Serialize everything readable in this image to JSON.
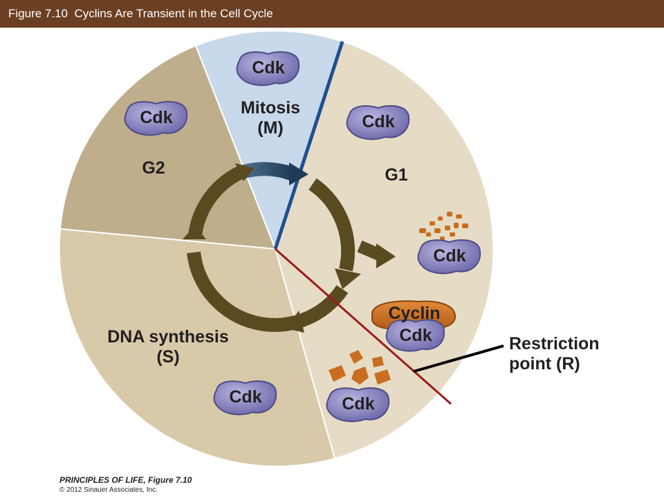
{
  "header": {
    "title": "Figure 7.10  Cyclins Are Transient in the Cell Cycle"
  },
  "phases": {
    "mitosis": "Mitosis\n(M)",
    "g1": "G1",
    "g2": "G2",
    "s": "DNA synthesis\n(S)"
  },
  "kinase_label": "Cdk",
  "cyclin_label": "Cyclin",
  "restriction_point": "Restriction\npoint (R)",
  "footer": {
    "book": "PRINCIPLES OF LIFE, Figure 7.10",
    "copyright": "© 2012 Sinauer Associates, Inc."
  },
  "colors": {
    "header_bg": "#6b3f22",
    "g2": "#bfae8c",
    "mitosis": "#c7d9ea",
    "g1": "#e6dcc5",
    "s": "#d8c9a9",
    "cdk": "#8b86c4",
    "cyclin": "#c96e20",
    "cycle_arrow": "#5a4a20",
    "restriction_line": "#9b1b1b"
  }
}
